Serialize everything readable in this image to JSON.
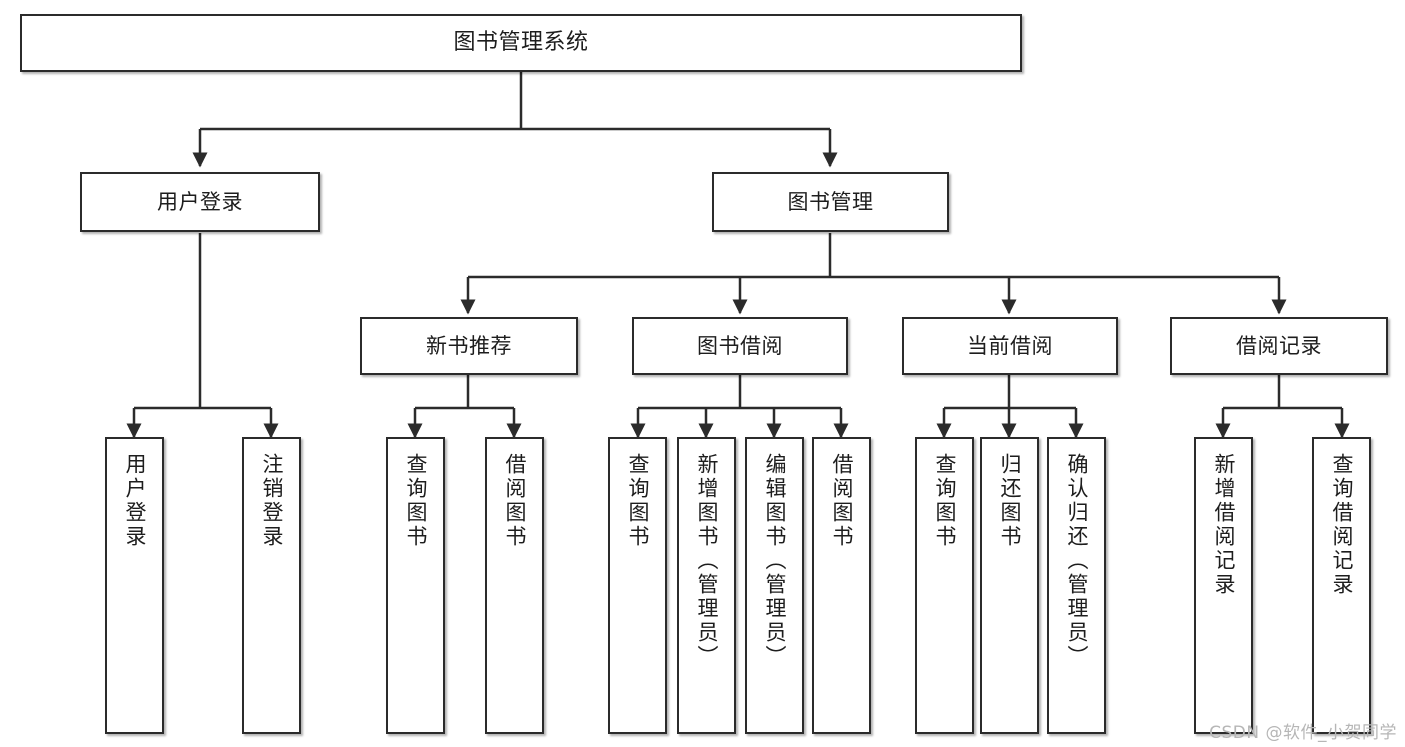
{
  "diagram": {
    "title": "图书管理系统",
    "type": "tree-hierarchy-diagram",
    "watermark": "CSDN @软件_小贺同学",
    "colors": {
      "box_border": "#2b2b2b",
      "box_fill": "#ffffff",
      "edge": "#2b2b2b",
      "text": "#1d1d1d",
      "watermark": "#b6b6b6"
    }
  },
  "nodes": {
    "root": {
      "label": "图书管理系统"
    },
    "level1": [
      {
        "label": "用户登录"
      },
      {
        "label": "图书管理"
      }
    ],
    "level2": [
      {
        "label": "新书推荐"
      },
      {
        "label": "图书借阅"
      },
      {
        "label": "当前借阅"
      },
      {
        "label": "借阅记录"
      }
    ],
    "leaves": {
      "user_login": [
        {
          "label": "用户登录"
        },
        {
          "label": "注销登录"
        }
      ],
      "new_book_recommend": [
        {
          "label": "查询图书"
        },
        {
          "label": "借阅图书"
        }
      ],
      "book_borrow": [
        {
          "label": "查询图书"
        },
        {
          "label": "新增图书（管理员）"
        },
        {
          "label": "编辑图书（管理员）"
        },
        {
          "label": "借阅图书"
        }
      ],
      "current_borrow": [
        {
          "label": "查询图书"
        },
        {
          "label": "归还图书"
        },
        {
          "label": "确认归还（管理员）"
        }
      ],
      "borrow_record": [
        {
          "label": "新增借阅记录"
        },
        {
          "label": "查询借阅记录"
        }
      ]
    }
  }
}
